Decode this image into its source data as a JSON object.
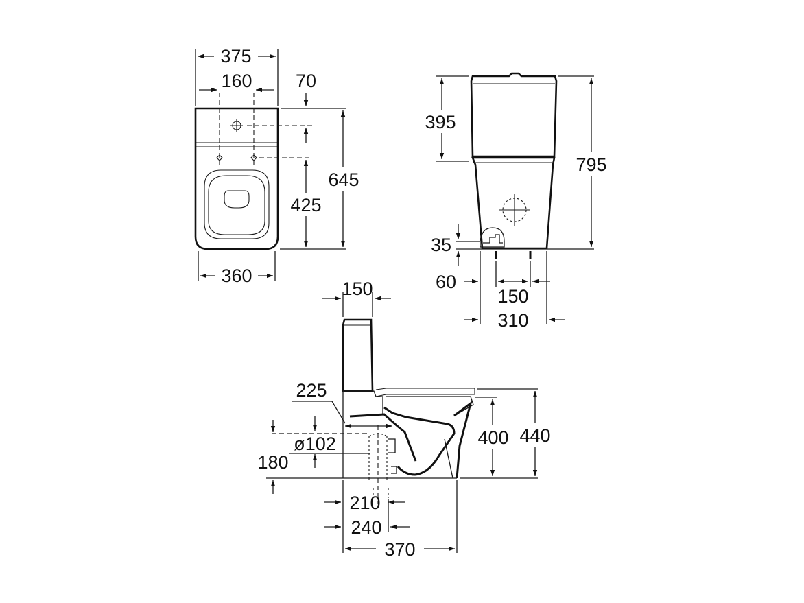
{
  "dimensions": {
    "top_overall_width": "375",
    "top_hole_spacing": "160",
    "top_hole_offset": "70",
    "top_overall_depth": "645",
    "top_hole_to_front": "425",
    "top_base_width": "360",
    "front_tank_height": "395",
    "front_overall_height": "795",
    "front_inlet_height": "35",
    "front_inlet_offset": "60",
    "front_fixing_spacing": "150",
    "front_base_width": "310",
    "side_tank_depth": "150",
    "side_outlet_depth": "225",
    "side_outlet_diameter": "ø102",
    "side_outlet_height": "180",
    "side_seat_height": "400",
    "side_overall_height": "440",
    "side_outlet_dist_a": "210",
    "side_outlet_dist_b": "240",
    "side_base_length": "370"
  }
}
